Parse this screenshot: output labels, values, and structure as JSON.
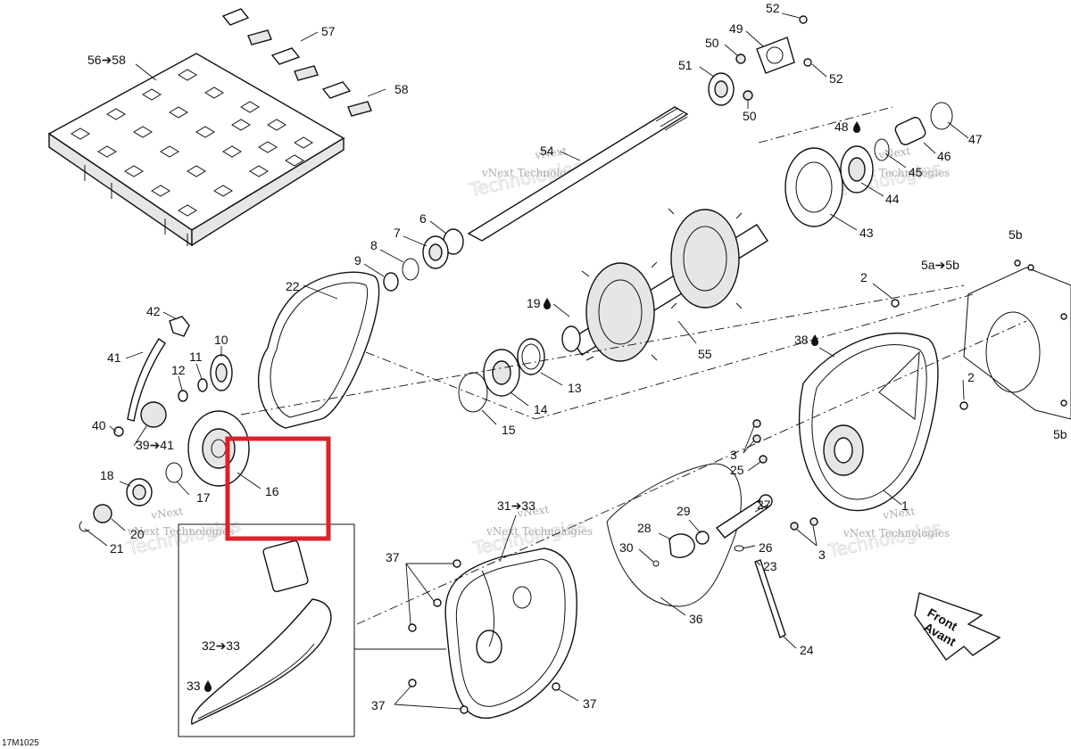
{
  "diagram_code": "17M1025",
  "watermarks": {
    "line1": "vNext",
    "line2": "vNext Technologies",
    "line3": "Technologies"
  },
  "labels": {
    "l56_58": "56➔58",
    "l57": "57",
    "l58": "58",
    "l52a": "52",
    "l49": "49",
    "l50a": "50",
    "l51": "51",
    "l52b": "52",
    "l50b": "50",
    "l54": "54",
    "l48": "48",
    "l47": "47",
    "l46": "46",
    "l45": "45",
    "l44": "44",
    "l43": "43",
    "l6": "6",
    "l7": "7",
    "l8": "8",
    "l9": "9",
    "l22": "22",
    "l42": "42",
    "l41": "41",
    "l10": "10",
    "l11": "11",
    "l12": "12",
    "l40": "40",
    "l39_41": "39➔41",
    "l18": "18",
    "l17": "17",
    "l16": "16",
    "l20": "20",
    "l21": "21",
    "l19": "19",
    "l55": "55",
    "l13": "13",
    "l14": "14",
    "l15": "15",
    "l2a": "2",
    "l5a_5b": "5a➔5b",
    "l5b_top": "5b",
    "l5b_right": "5b",
    "l38": "38",
    "l2b": "2",
    "l3a": "3",
    "l25": "25",
    "l3b": "3",
    "l1": "1",
    "l31_33": "31➔33",
    "l37a": "37",
    "l37b": "37",
    "l37c": "37",
    "l32_33": "32➔33",
    "l33": "33",
    "l28": "28",
    "l29": "29",
    "l30": "30",
    "l27": "27",
    "l26": "26",
    "l23": "23",
    "l36": "36",
    "l24": "24",
    "front_line1": "Front",
    "front_line2": "Avant"
  },
  "highlight_color": "#d9232a"
}
